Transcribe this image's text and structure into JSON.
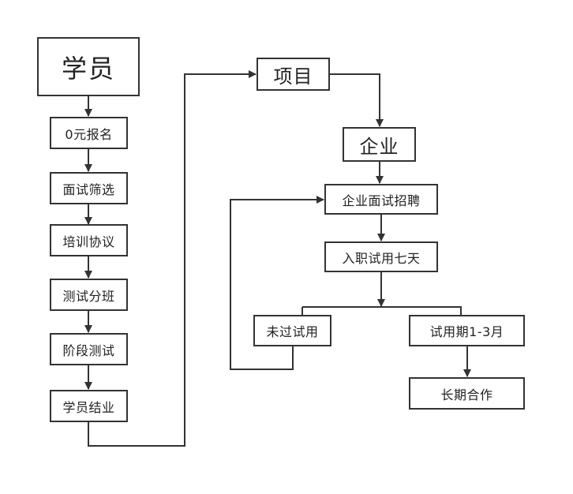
{
  "nodes": {
    "student": "学员",
    "zero_signup": "0元报名",
    "interview_screening": "面试筛选",
    "training_agreement": "培训协议",
    "test_grouping": "测试分班",
    "stage_test": "阶段测试",
    "graduation": "学员结业",
    "project": "项目",
    "enterprise": "企业",
    "enterprise_interview": "企业面试招聘",
    "onboard_trial": "入职试用七天",
    "trial_failed": "未过试用",
    "probation": "试用期1-3月",
    "long_term": "长期合作"
  },
  "colors": {
    "line": "#333333",
    "box_border": "#333333",
    "text": "#222222",
    "background": "#ffffff"
  }
}
